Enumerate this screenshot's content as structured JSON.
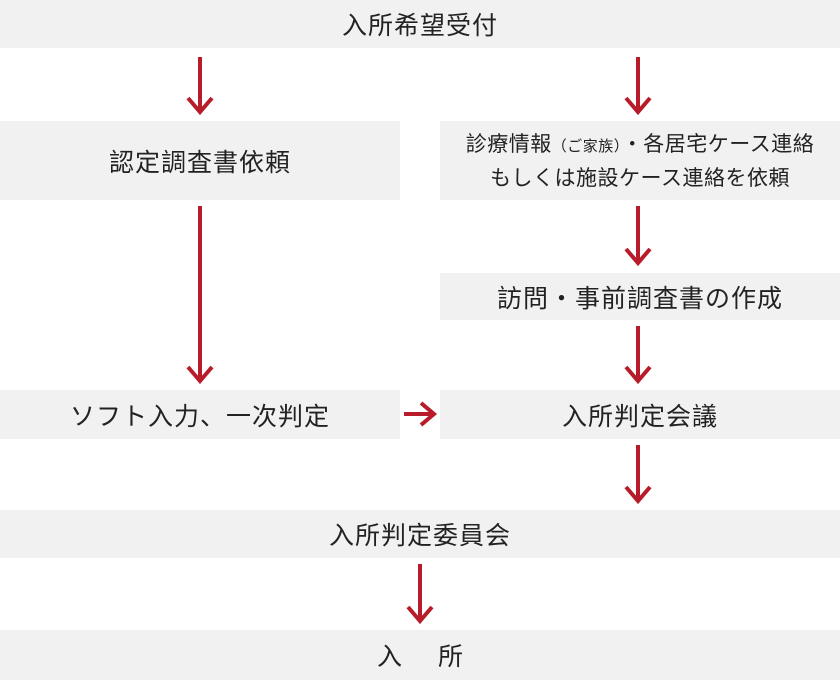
{
  "nodes": {
    "intake": "入所希望受付",
    "survey_request": "認定調査書依頼",
    "medical_request": {
      "line1_a": "診療情報",
      "line1_note": "（ご家族）",
      "line1_b": "・各居宅ケース連絡",
      "line2": "もしくは施設ケース連絡を依頼"
    },
    "visit": "訪問・事前調査書の作成",
    "software": "ソフト入力、一次判定",
    "decision_meeting": "入所判定会議",
    "committee": "入所判定委員会",
    "admission": {
      "char1": "入",
      "char2": "所"
    }
  },
  "colors": {
    "box_background": "#f1f1f1",
    "arrow": "#b81c2a",
    "text": "#222222"
  }
}
